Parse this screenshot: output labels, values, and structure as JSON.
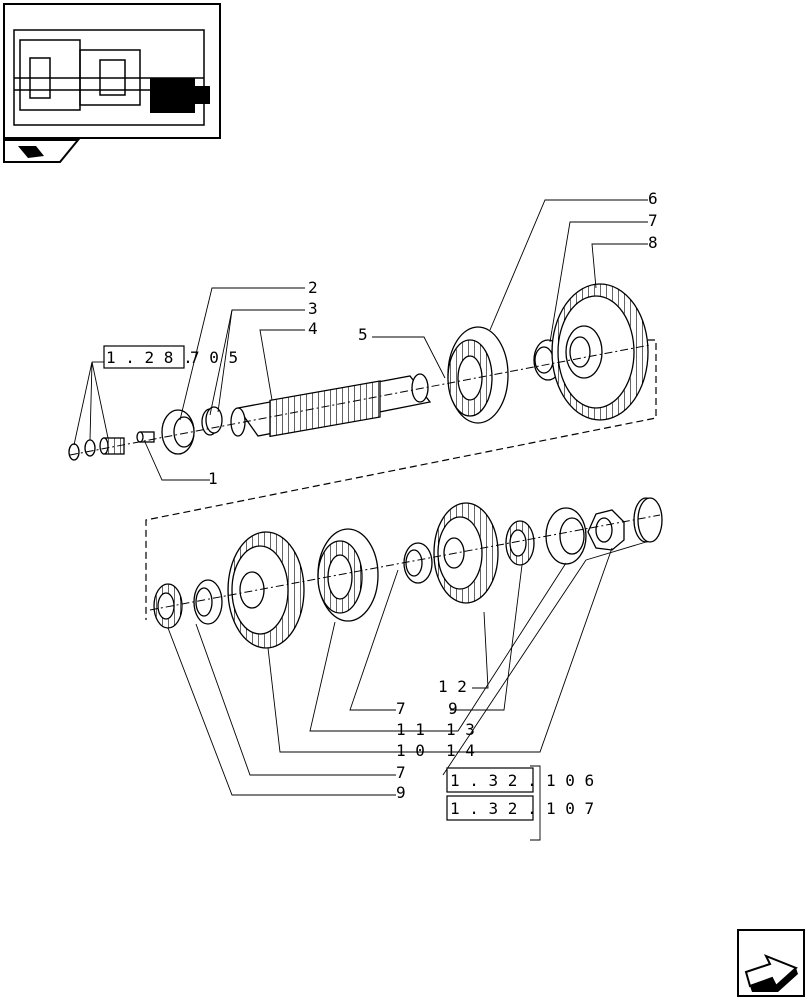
{
  "callouts": {
    "c1": "1",
    "c2": "2",
    "c3": "3",
    "c4": "4",
    "c5": "5",
    "c6": "6",
    "c7a": "7",
    "c8": "8",
    "c12": "1 2",
    "c7b": "7",
    "c9a": "9",
    "c11": "1 1",
    "c13": "1 3",
    "c10": "1 0",
    "c14": "1 4",
    "c7c": "7",
    "c9b": "9"
  },
  "references": {
    "ref_top_box": "1 . 2 8 .",
    "ref_top_suffix": "7   0 5",
    "ref_mid_box": "1 . 3 2 .",
    "ref_mid_suffix": "1   0 6",
    "ref_bot_box": "1 . 3 2 .",
    "ref_bot_suffix": "1   0 7"
  },
  "icons": {
    "thumbnail": "transmission-section-thumbnail",
    "logo": "section-logo-icon",
    "nav": "next-page-arrow-icon"
  }
}
